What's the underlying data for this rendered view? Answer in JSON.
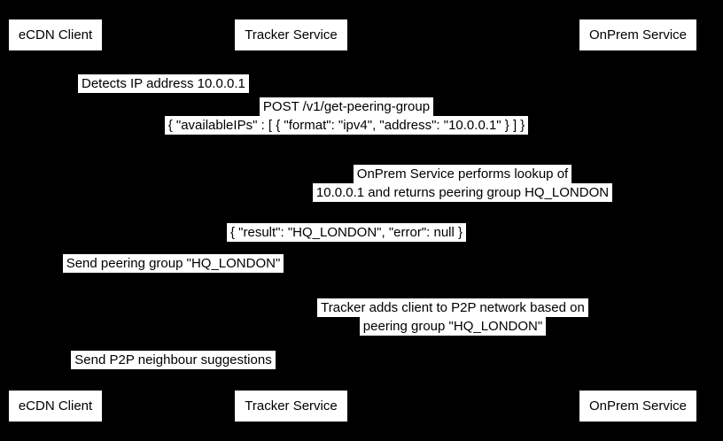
{
  "diagram_type": "sequence-diagram",
  "colors": {
    "background": "#000000",
    "box_background": "#ffffff",
    "text": "#000000"
  },
  "actors": [
    {
      "label": "eCDN Client"
    },
    {
      "label": "Tracker Service"
    },
    {
      "label": "OnPrem Service"
    }
  ],
  "notes": {
    "detect": {
      "line1": "Detects IP address 10.0.0.1"
    },
    "lookup": {
      "line1": "OnPrem Service performs lookup of",
      "line2": "10.0.0.1 and returns peering group HQ_LONDON"
    },
    "tracker_add": {
      "line1": "Tracker adds client to P2P network based on",
      "line2": "peering group \"HQ_LONDON\""
    }
  },
  "messages": {
    "post": {
      "line1": "POST /v1/get-peering-group",
      "line2": "{ \"availableIPs\" : [ { \"format\": \"ipv4\", \"address\": \"10.0.0.1\" } ] }"
    },
    "result": {
      "line1": "{ \"result\": \"HQ_LONDON\", \"error\": null }"
    },
    "send_peering_group": {
      "line1": "Send peering group \"HQ_LONDON\""
    },
    "send_suggestions": {
      "line1": "Send P2P neighbour suggestions"
    }
  }
}
